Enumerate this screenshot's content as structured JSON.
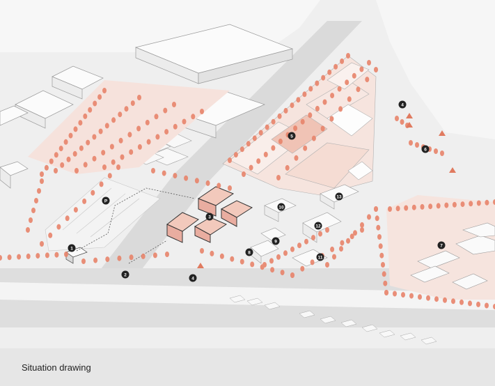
{
  "caption": "Situation drawing",
  "colors": {
    "background": "#efefef",
    "road": "#d6d6d6",
    "building_light": "#fafafa",
    "building_edge": "#9a9a9a",
    "accent": "#e07a5f",
    "accent_fill": "#f4c7b8",
    "marker": "#222222",
    "caption_bg": "#e6e6e6"
  },
  "markers": [
    {
      "id": "m1",
      "label": "1"
    },
    {
      "id": "mP",
      "label": "P"
    },
    {
      "id": "m2",
      "label": "2"
    },
    {
      "id": "m3",
      "label": "3"
    },
    {
      "id": "m4a",
      "label": "4"
    },
    {
      "id": "m4b",
      "label": "4"
    },
    {
      "id": "m5",
      "label": "5"
    },
    {
      "id": "m6",
      "label": "6"
    },
    {
      "id": "m7",
      "label": "7"
    },
    {
      "id": "m8",
      "label": "8"
    },
    {
      "id": "m9",
      "label": "9"
    },
    {
      "id": "m10",
      "label": "10"
    },
    {
      "id": "m11",
      "label": "11"
    },
    {
      "id": "m12",
      "label": "12"
    },
    {
      "id": "m13",
      "label": "13"
    }
  ],
  "icons": [
    "tree-icon",
    "warning-triangle-icon",
    "marker-circle-icon"
  ]
}
